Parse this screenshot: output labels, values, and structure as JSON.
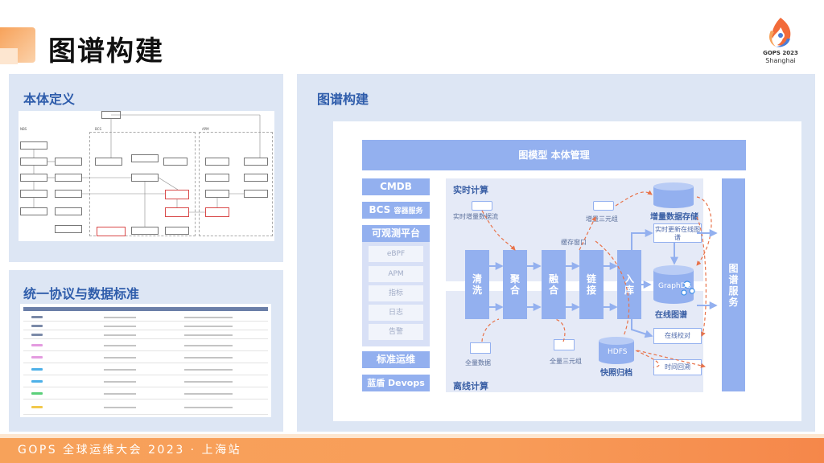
{
  "slide": {
    "title": "图谱构建",
    "footer": "GOPS 全球运维大会 2023 · 上海站",
    "accent_color": "#f7a25a",
    "primary_color": "#93b0ef"
  },
  "logo": {
    "icon": "gops-flame-logo",
    "brand": "GOPS 2023",
    "city": "Shanghai"
  },
  "panels": {
    "ontology": {
      "title": "本体定义",
      "regions": [
        "NBS",
        "BCS",
        "APM"
      ]
    },
    "protocol": {
      "title": "统一协议与数据标准"
    },
    "graph": {
      "title": "图谱构建"
    }
  },
  "architecture": {
    "top_bar": "图模型 本体管理",
    "sources": {
      "cmdb": "CMDB",
      "bcs": "BCS",
      "bcs_sub": "容器服务",
      "observability": "可观测平台",
      "obs_items": [
        "eBPF",
        "APM",
        "指标",
        "日志",
        "告警"
      ],
      "ops": "标准运维",
      "devops": "蓝盾 Devops"
    },
    "realtime": {
      "label": "实时计算",
      "stream": "实时增量数据流",
      "triple": "增量三元组",
      "window": "缓存窗口"
    },
    "offline": {
      "label": "离线计算",
      "full_data": "全量数据",
      "full_triple": "全量三元组"
    },
    "processes": [
      "清洗",
      "聚合",
      "融合",
      "链接",
      "入库"
    ],
    "storage": {
      "incremental": "增量数据存储",
      "update": "实时更新在线图谱",
      "online_label": "在线图谱",
      "graphdb": "GraphDB",
      "hdfs": "HDFS",
      "snapshot": "快照归档"
    },
    "outputs": {
      "verify": "在线校对",
      "rollback": "时间回溯"
    },
    "service": "图谱服务"
  }
}
